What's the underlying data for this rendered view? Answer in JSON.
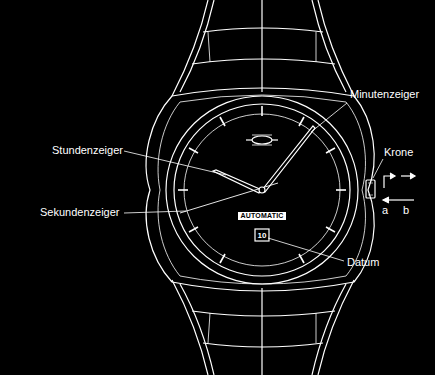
{
  "diagram": {
    "labels": [
      "Minutenzeiger",
      "Stundenzeiger",
      "Krone",
      "Sekundenzeiger",
      "a",
      "b",
      "AUTOMATIC",
      "10",
      "Datum"
    ]
  }
}
